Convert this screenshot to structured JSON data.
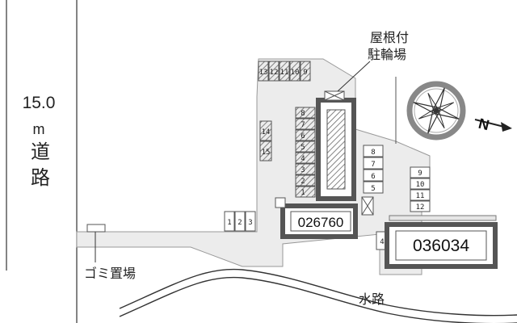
{
  "road": {
    "width_label": "15.0",
    "unit": "m",
    "name_line1": "道",
    "name_line2": "路"
  },
  "labels": {
    "roofed_bike_parking_line1": "屋根付",
    "roofed_bike_parking_line2": "駐輪場",
    "garbage_area": "ゴミ置場",
    "waterway": "水路",
    "north_marker": "N"
  },
  "buildings": {
    "building_a": "026760",
    "building_b": "036034"
  },
  "bike_slots": {
    "top_row": [
      "13",
      "12",
      "11",
      "10",
      "9"
    ],
    "left_column": [
      "14",
      "15"
    ],
    "center_column": [
      "8",
      "7",
      "6",
      "5",
      "4",
      "3",
      "2",
      "1"
    ]
  },
  "parking": {
    "bottom_left": [
      "1",
      "2",
      "3"
    ],
    "middle_column": [
      "8",
      "7",
      "6",
      "5"
    ],
    "right_column": [
      "9",
      "10",
      "11",
      "12"
    ],
    "single": "4"
  },
  "colors": {
    "ground": "#ececec",
    "building": "#555555",
    "hatch": "#666666"
  }
}
